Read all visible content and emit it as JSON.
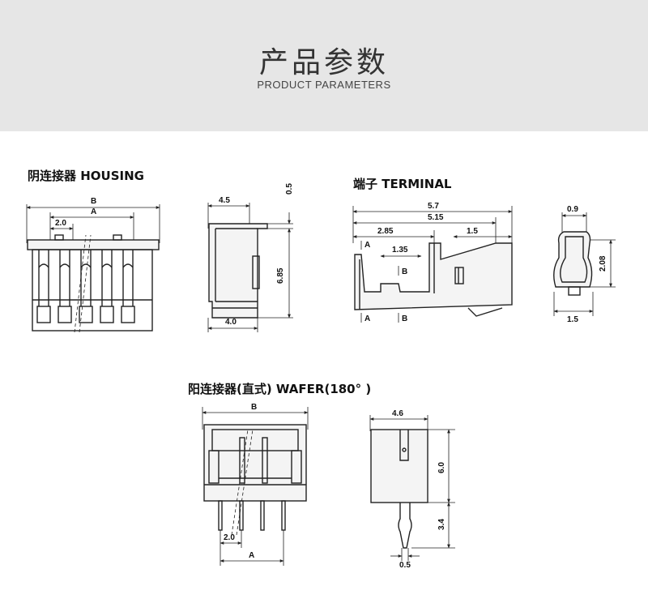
{
  "header": {
    "title_cn": "产品参数",
    "title_en": "PRODUCT PARAMETERS"
  },
  "housing": {
    "label": "阴连接器 HOUSING",
    "front": {
      "dim_B": "B",
      "dim_A": "A",
      "pitch": "2.0"
    },
    "side": {
      "width_top": "4.5",
      "width_bottom": "4.0",
      "height": "6.85",
      "top_step": "0.5"
    }
  },
  "terminal": {
    "label": "端子 TERMINAL",
    "side": {
      "length_total": "5.7",
      "length_2": "5.15",
      "length_3": "2.85",
      "length_4": "1.5",
      "length_5": "1.35",
      "section_A_top": "A",
      "section_B_top": "B",
      "section_A_bottom": "A",
      "section_B_bottom": "B"
    },
    "section": {
      "top": "0.9",
      "height": "2.08",
      "bottom": "1.5"
    }
  },
  "wafer": {
    "label": "阳连接器(直式) WAFER(180° )",
    "front": {
      "dim_B": "B",
      "dim_A": "A",
      "pitch": "2.0"
    },
    "side": {
      "width": "4.6",
      "body_height": "6.0",
      "pin_length": "3.4",
      "pin_width": "0.5"
    }
  }
}
